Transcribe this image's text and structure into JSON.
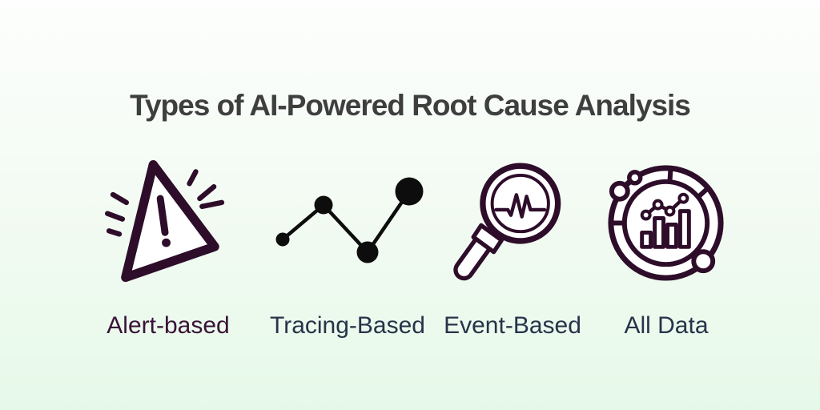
{
  "title": "Types of AI-Powered Root Cause Analysis",
  "colors": {
    "background_top": "#FDFEFD",
    "background_bottom": "#E6F9E9",
    "title_text": "#3E3E3E",
    "icon_dark_purple": "#2D0D29",
    "icon_black": "#0D0D0D",
    "label_navy": "#273349",
    "label_purple": "#3A1337"
  },
  "items": [
    {
      "label": "Alert-based",
      "icon": "warning-triangle-icon",
      "label_color": "#3A1337"
    },
    {
      "label": "Tracing-Based",
      "icon": "trace-graph-dots-icon",
      "label_color": "#273349"
    },
    {
      "label": "Event-Based",
      "icon": "magnifier-pulse-icon",
      "label_color": "#273349"
    },
    {
      "label": "All Data",
      "icon": "data-ring-chart-icon",
      "label_color": "#273349"
    }
  ]
}
